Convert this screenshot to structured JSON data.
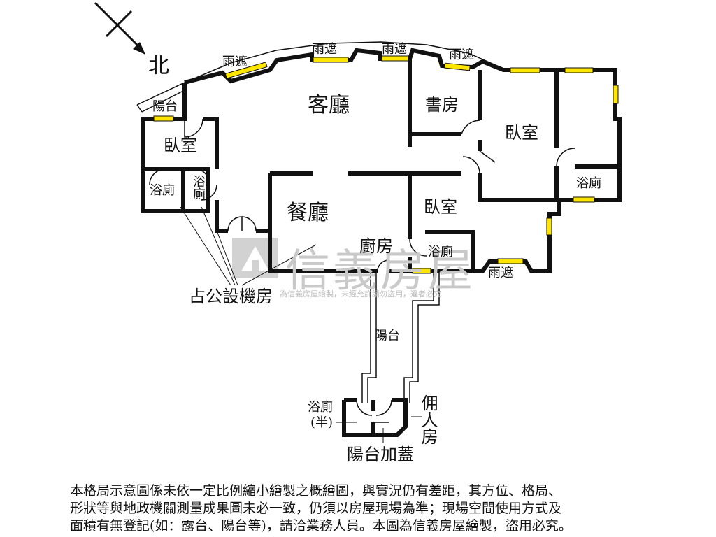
{
  "compass": {
    "north_label": "北"
  },
  "rooms": {
    "living_room": "客廳",
    "dining_room": "餐廳",
    "study": "書房",
    "bedroom_left": "臥室",
    "bedroom_right": "臥室",
    "bedroom_center": "臥室",
    "bath_left": "浴廁",
    "bath_small": "浴廁",
    "bath_right": "浴廁",
    "bath_kitchen": "浴廁",
    "kitchen": "廚房",
    "balcony_top": "陽台",
    "balcony_long": "陽台",
    "servant_room": "佣人房",
    "half_bath_1": "浴廁",
    "half_bath_2": "(半)",
    "balcony_enclosed": "陽台加蓋"
  },
  "canopy_labels": [
    "雨遮",
    "雨遮",
    "雨遮",
    "雨遮",
    "雨遮"
  ],
  "public_mechanical_room": "占公設機房",
  "watermark": {
    "brand": "信義房屋",
    "notice": "為信義房屋繪製，未經允許請勿盜用，違者必究"
  },
  "disclaimer": [
    "本格局示意圖係未依一定比例縮小繪製之概繪圖，與實況仍有差距，其方位、格局、",
    "形狀等與地政機關測量成果圖未必一致，仍須以房屋現場為準；現場空間使用方式及",
    "面積有無登記(如：露台、陽台等)，請洽業務人員。本圖為信義房屋繪製，盜用必究。"
  ],
  "colors": {
    "wall": "#111111",
    "window": "#ffe600",
    "watermark": "#c9c9c9"
  }
}
